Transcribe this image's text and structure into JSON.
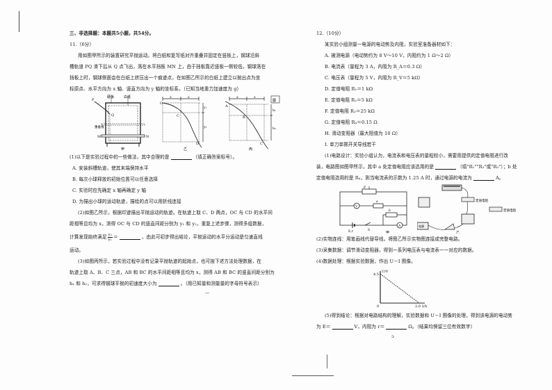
{
  "section": {
    "heading": "三、非选择题：本题共5小题，共54分。"
  },
  "q11": {
    "number": "11.（6分）",
    "intro": [
      "用如图甲所示的装置研究平抛运动。将白纸和复写纸对齐重叠并固定在竖板上，钢球沿斜",
      "槽轨道 PQ 滑下后从 Q 点飞出，落在水平挡板 MN 上，由于挡板靠近竖板一侧较低，钢球落在",
      "挡板上时，钢球侧面会在白纸上挤压出一个痕迹点，在如图乙所示的白纸上建立以抛出点为坐",
      "标原点、水平方向为 x 轴、竖直方向为 y 轴的坐标系。（已知当地重力加速度为 g）"
    ],
    "figures": {
      "jia": {
        "caption": "甲",
        "labels": [
          "硬板",
          "白纸",
          "Q",
          "P",
          "重垂线",
          "M",
          "N"
        ]
      },
      "yi": {
        "caption": "乙",
        "labels": [
          "O",
          "x",
          "x",
          "C",
          "D",
          "y₁",
          "y₂"
        ]
      },
      "bing": {
        "caption": "丙",
        "labels": [
          "x",
          "x",
          "A",
          "B",
          "C",
          "h₁",
          "h₂"
        ]
      }
    },
    "part1": {
      "stem": "(1)以下是实验过程中的一些做法，其中合理的是",
      "suffix": "（填正确答案标号）。",
      "options": [
        "A. 安装斜槽轨道，使其末端保持水平",
        "B. 每次小球释放的初始位置可以任意选择",
        "C. 实验时应先确定 x 轴再确定 y 轴",
        "D. 为描出小球的运动轨迹，描绘的点可以用折线连接"
      ]
    },
    "part2": {
      "line1": "(2)如图乙所示，根据印迹描出平抛运动的轨迹。在轨迹上取 C、D 两点，OC 与 CD 的水平间",
      "line2": "距相等且均为 x，测得 OC 与 CD 的竖直间距分别为 y₁ 和 y₂，重复上述步骤，测得多组数据，",
      "line3_prefix": "计算发现始终满足",
      "frac_num": "y₂",
      "frac_den": "y₁",
      "line3_suffix": "，由此可初步得出结论，平抛运动的水平分运动是匀速直线",
      "line4": "运动。"
    },
    "part3": {
      "line1": "(3)如图丙所示，若实验过程中没有记录平抛轨迹的起始点，也可按下述方法处理数据，在",
      "line2": "轨迹上取 A、B、C 三点，AB 和 BC 的水平间距相等且均为 x，测得 AB 和 BC 的竖直间距分别为",
      "line3_prefix": "h₁ 和 h₂，可求得钢球平抛的初速度大小为",
      "line3_suffix": "。（用已知量和测量量的字母符号表示）"
    }
  },
  "q12": {
    "number": "12.（10分）",
    "intro": "某实验小组测量一电源的电动势及内阻，实验室准备器材如下：",
    "equipment": [
      "A. 被测电源（电动势约为 8 V～10 V，内阻约为 1 Ω～2 Ω）",
      "B. 电流表（量程为 3 A，内阻为 R_A＝0.3 Ω）",
      "C. 电压表（量程为 5 V，内阻为 R_V＝5 kΩ）",
      "D. 定值电阻 R₁＝1 kΩ",
      "E. 定值电阻 R₂＝5 kΩ",
      "F. 定值电阻 R₃＝25 kΩ",
      "G. 定值电阻 R₄＝0.15 Ω",
      "H. 滑动变阻器（最大阻值为 10 Ω）",
      "I. 单刀单掷开关导线若干"
    ],
    "part1": {
      "line1": "(1)电路设计：实验小组认为，电流表和电压表的量程较小，需要用提供的定值电阻进行改",
      "line2_prefix": "装，电路图如图甲所示，其中 a 处定值电阻应该选用的是",
      "line2_suffix": "（填\"R₁\"\"R₂\"或\"R₃\"）；b 处",
      "line3_prefix": "定值电阻选用的是 R₄，则当电流表的示数为 1.25 A 时，通过电源的电流为",
      "line3_suffix": "A。"
    },
    "circuit_figures": {
      "jia": {
        "caption": "甲",
        "labels": [
          "P",
          "V",
          "a",
          "b",
          "A",
          "E,r",
          "S"
        ]
      },
      "yi": {
        "caption": "乙",
        "labels": [
          "定值电阻",
          "定值电阻",
          "电源"
        ]
      }
    },
    "part2": "(2)实物连线：用笔画线代替导线，将图乙所示实物图连接成完整电路。",
    "part3": "(3)采集数据：调节滑动变阻器，得到一系列电压表与电流表一一对应的数据。",
    "part4": "(4)数据处理：根据实验数据，作出 U－I 图像。",
    "part5": {
      "line1": "(5)得到结论：根据对电路结构的理解，实验数据和 U－I 图像的处理，得到该电源的电动势",
      "line2_prefix": "为 E＝",
      "line2_mid": "V，内阻为 r＝",
      "line2_suffix": "Ω。（结果均保留三位有效数字）"
    }
  },
  "chart_data": {
    "type": "line",
    "title": "U-I 图像",
    "xlabel": "I/A",
    "ylabel": "U/V",
    "origin_label": "0",
    "x": [
      0,
      2.0
    ],
    "y": [
      4.5,
      0
    ],
    "x_ticks": [
      "2.0"
    ],
    "y_ticks": [
      "4.5"
    ],
    "xlim": [
      0,
      2.0
    ],
    "ylim": [
      0,
      4.5
    ],
    "grid": false,
    "line_style": "dashed-segment"
  },
  "page_marks": {
    "center_dash": "—",
    "bottom_mark": "ↄ"
  }
}
